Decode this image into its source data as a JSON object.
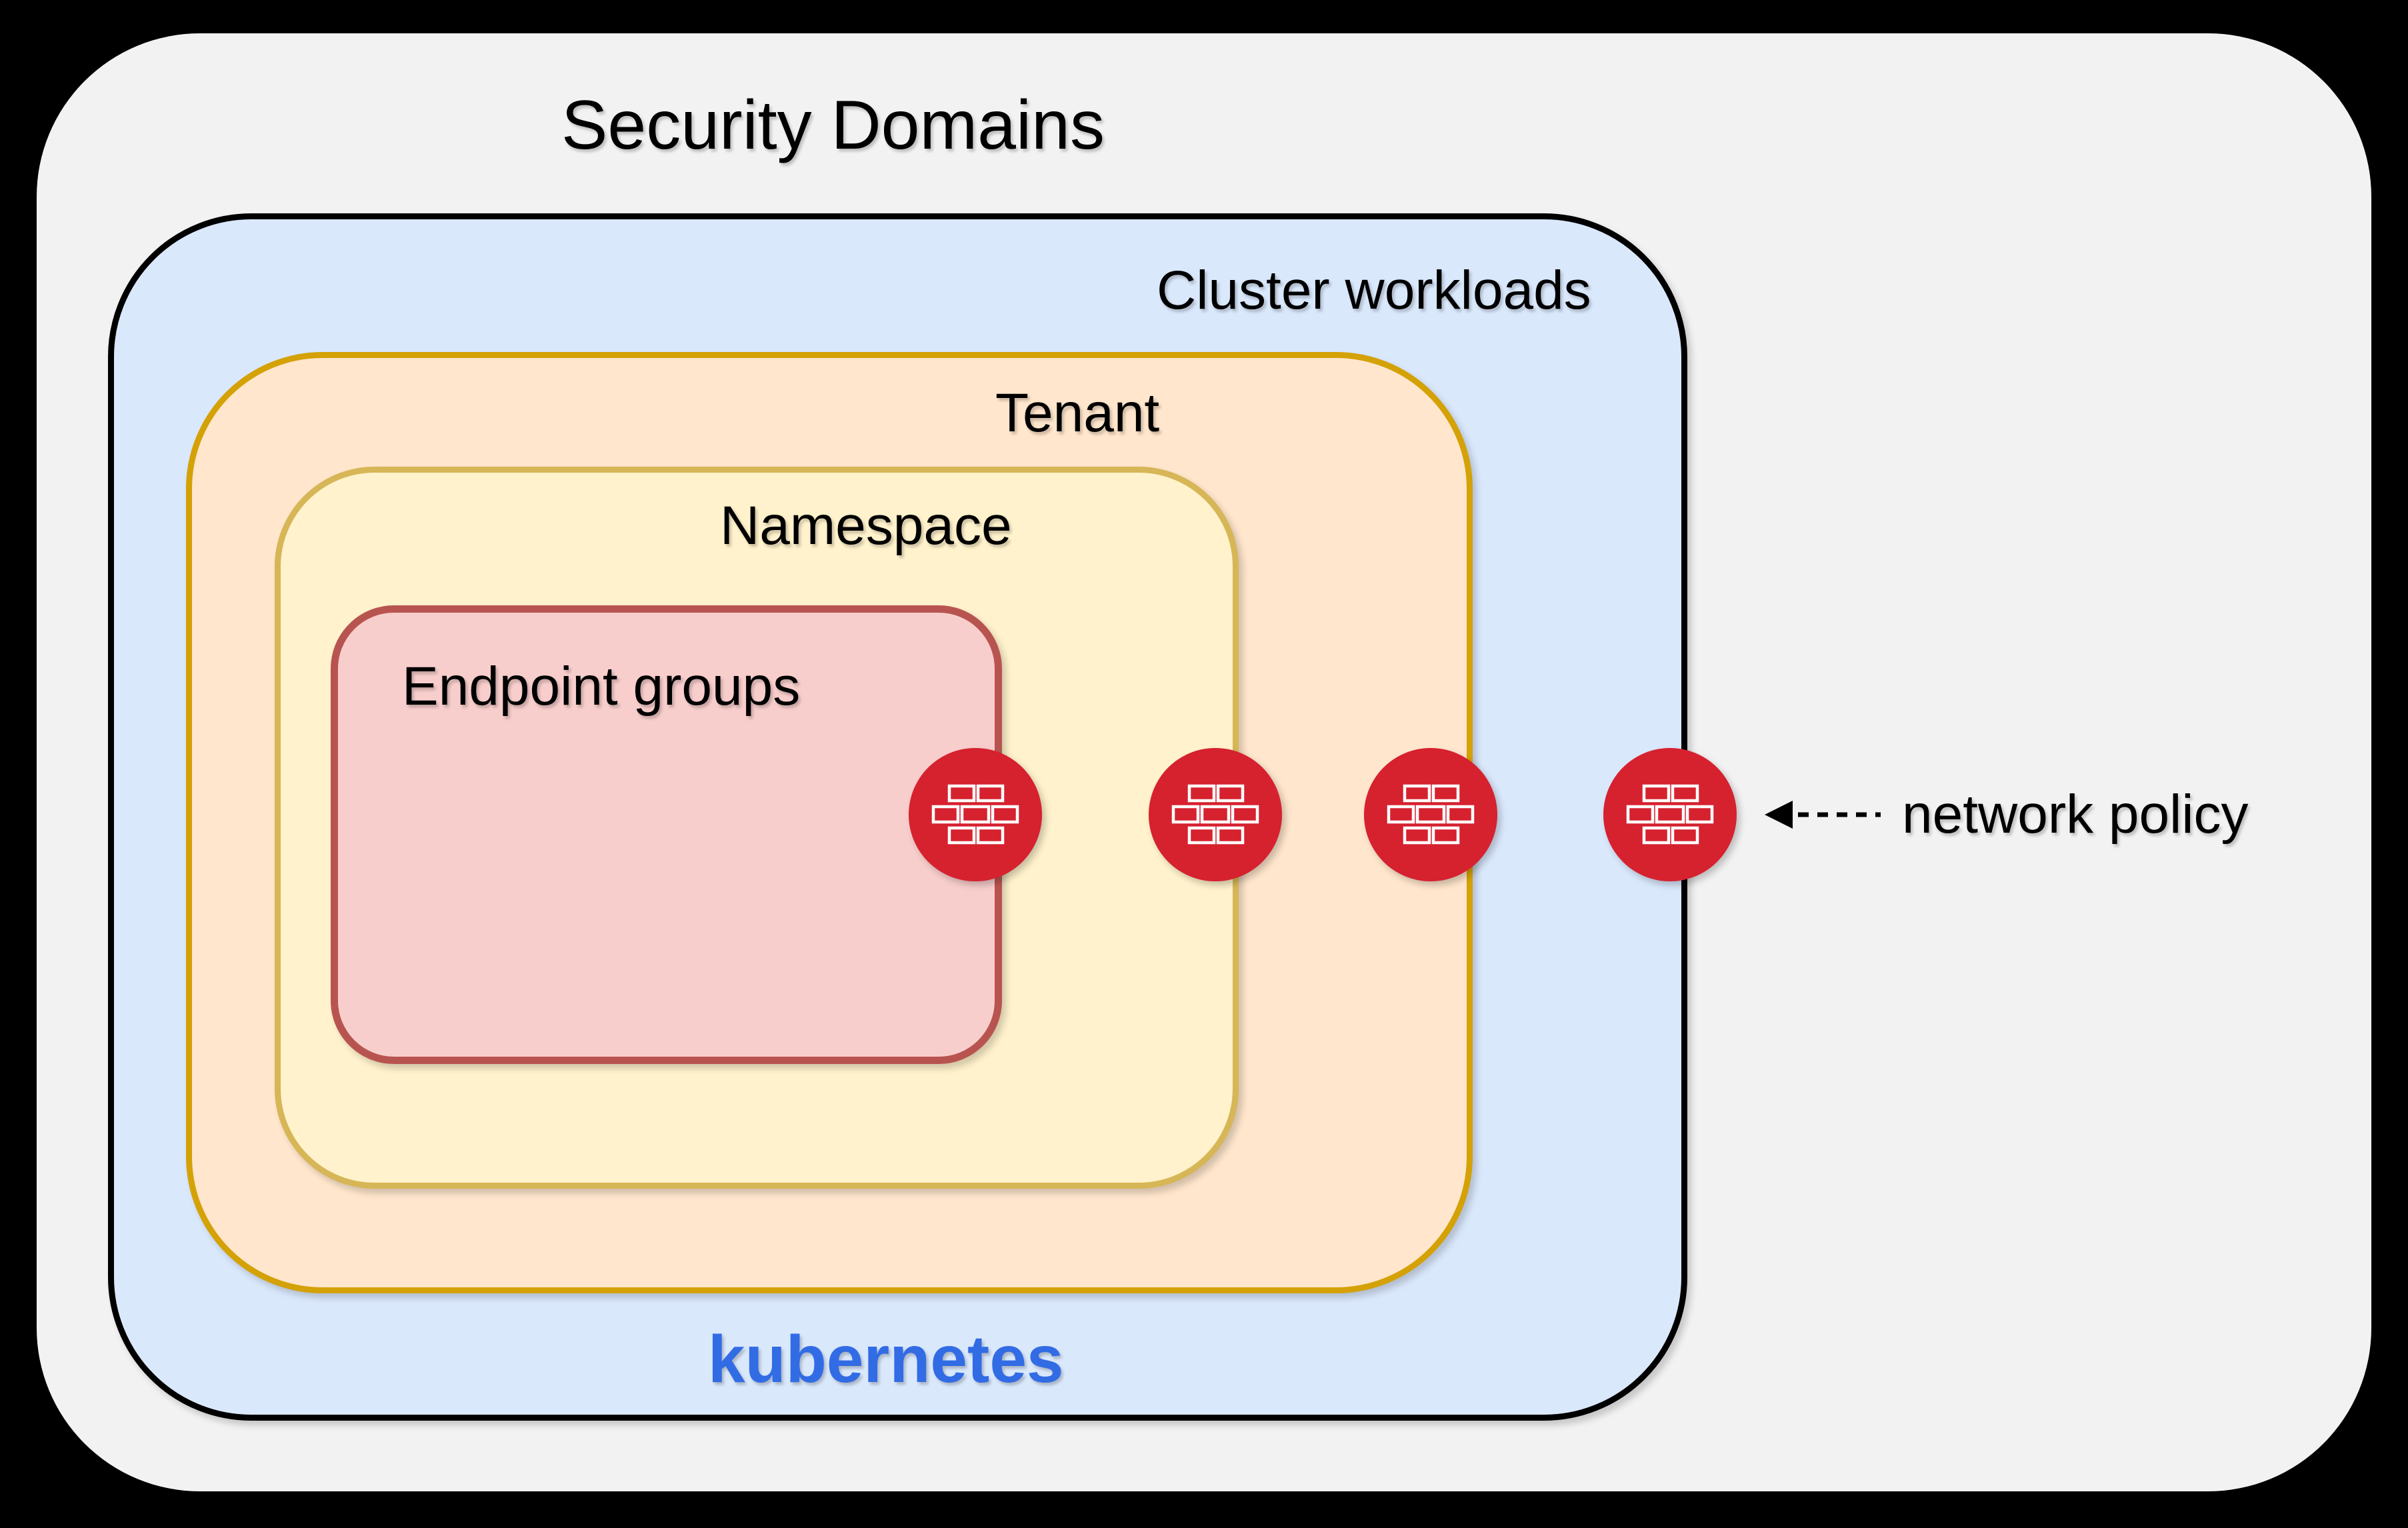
{
  "title": "Security Domains",
  "domains": [
    {
      "label": "Cluster workloads"
    },
    {
      "label": "Tenant"
    },
    {
      "label": "Namespace"
    },
    {
      "label": "Endpoint groups"
    }
  ],
  "brand": {
    "label": "kubernetes"
  },
  "annotation": {
    "label": "network policy",
    "arrow": "dashed-left"
  },
  "firewalls": {
    "count": 4,
    "icon": "brick-wall",
    "placement": "one-on-each-domain-right-boundary"
  },
  "colors": {
    "page-bg": "#000000",
    "board-bg": "#F2F2F3",
    "cluster-fill": "#DAE8FC",
    "cluster-stroke": "#000000",
    "tenant-fill": "#FFE6CC",
    "tenant-stroke": "#D4A106",
    "namespace-fill": "#FFF2CC",
    "namespace-stroke": "#D6B656",
    "endpoint-fill": "#F8CECC",
    "endpoint-stroke": "#B85450",
    "firewall-red": "#D6212F",
    "kubernetes-blue": "#326CE5",
    "text": "#000000"
  }
}
